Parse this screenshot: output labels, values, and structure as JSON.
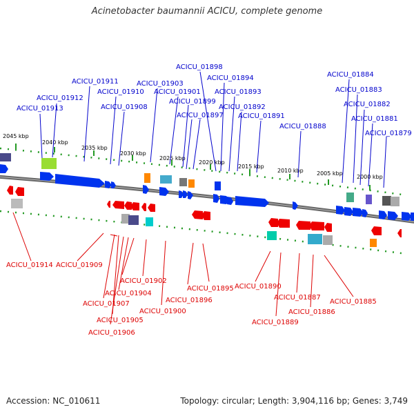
{
  "title": "Acinetobacter baumannii ACICU, complete genome",
  "footer": {
    "accession": "Accession: NC_010611",
    "topology": "Topology: circular; Length: 3,904,116 bp; Genes: 3,749"
  },
  "scale": [
    "2045 kbp",
    "2040 kbp",
    "2035 kbp",
    "2030 kbp",
    "2025 kbp",
    "2020 kbp",
    "2015 kbp",
    "2010 kbp",
    "2005 kbp",
    "2000 kbp"
  ],
  "top_labels": [
    "ACICU_01898",
    "ACICU_01911",
    "ACICU_01903",
    "ACICU_01894",
    "ACICU_01884",
    "ACICU_01912",
    "ACICU_01910",
    "ACICU_01901",
    "ACICU_01893",
    "ACICU_01883",
    "ACICU_01913",
    "ACICU_01908",
    "ACICU_01899",
    "ACICU_01892",
    "ACICU_01882",
    "ACICU_01897",
    "ACICU_01891",
    "ACICU_01881",
    "ACICU_01888",
    "ACICU_01879"
  ],
  "bottom_labels": [
    "ACICU_01914",
    "ACICU_01909",
    "ACICU_01902",
    "ACICU_01904",
    "ACICU_01907",
    "ACICU_01905",
    "ACICU_01906",
    "ACICU_01900",
    "ACICU_01895",
    "ACICU_01896",
    "ACICU_01890",
    "ACICU_01887",
    "ACICU_01886",
    "ACICU_01885",
    "ACICU_01889"
  ]
}
